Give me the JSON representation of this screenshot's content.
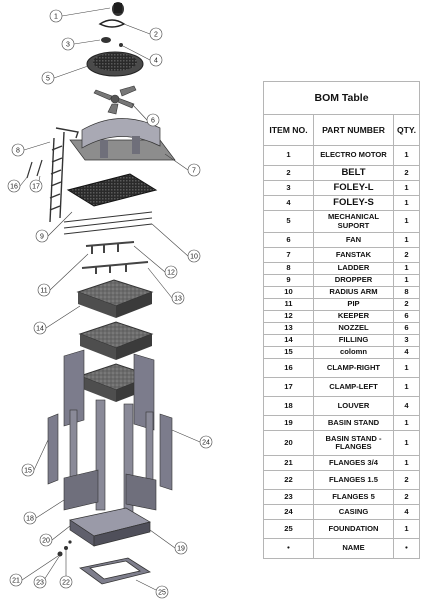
{
  "bom": {
    "title": "BOM Table",
    "headers": [
      "ITEM NO.",
      "PART NUMBER",
      "QTY."
    ],
    "rows": [
      [
        "1",
        "ELECTRO MOTOR",
        "1"
      ],
      [
        "2",
        "BELT",
        "2"
      ],
      [
        "3",
        "FOLEY-L",
        "1"
      ],
      [
        "4",
        "FOLEY-S",
        "1"
      ],
      [
        "5",
        "MECHANICAL SUPORT",
        "1"
      ],
      [
        "6",
        "FAN",
        "1"
      ],
      [
        "7",
        "FANSTAK",
        "2"
      ],
      [
        "8",
        "LADDER",
        "1"
      ],
      [
        "9",
        "DROPPER",
        "1"
      ],
      [
        "10",
        "RADIUS ARM",
        "8"
      ],
      [
        "11",
        "PIP",
        "2"
      ],
      [
        "12",
        "KEEPER",
        "6"
      ],
      [
        "13",
        "NOZZEL",
        "6"
      ],
      [
        "14",
        "FILLING",
        "3"
      ],
      [
        "15",
        "colomn",
        "4"
      ],
      [
        "16",
        "CLAMP-RIGHT",
        "1"
      ],
      [
        "17",
        "CLAMP-LEFT",
        "1"
      ],
      [
        "18",
        "LOUVER",
        "4"
      ],
      [
        "19",
        "BASIN STAND",
        "1"
      ],
      [
        "20",
        "BASIN STAND - FLANGES",
        "1"
      ],
      [
        "21",
        "FLANGES 3/4",
        "1"
      ],
      [
        "22",
        "FLANGES 1.5",
        "2"
      ],
      [
        "23",
        "FLANGES 5",
        "2"
      ],
      [
        "24",
        "CASING",
        "4"
      ],
      [
        "25",
        "FOUNDATION",
        "1"
      ],
      [
        "•",
        "NAME",
        "•"
      ]
    ]
  },
  "callouts": [
    "1",
    "2",
    "3",
    "4",
    "5",
    "6",
    "7",
    "8",
    "9",
    "10",
    "11",
    "12",
    "13",
    "14",
    "15",
    "16",
    "17",
    "18",
    "19",
    "20",
    "21",
    "22",
    "23",
    "24",
    "25"
  ]
}
